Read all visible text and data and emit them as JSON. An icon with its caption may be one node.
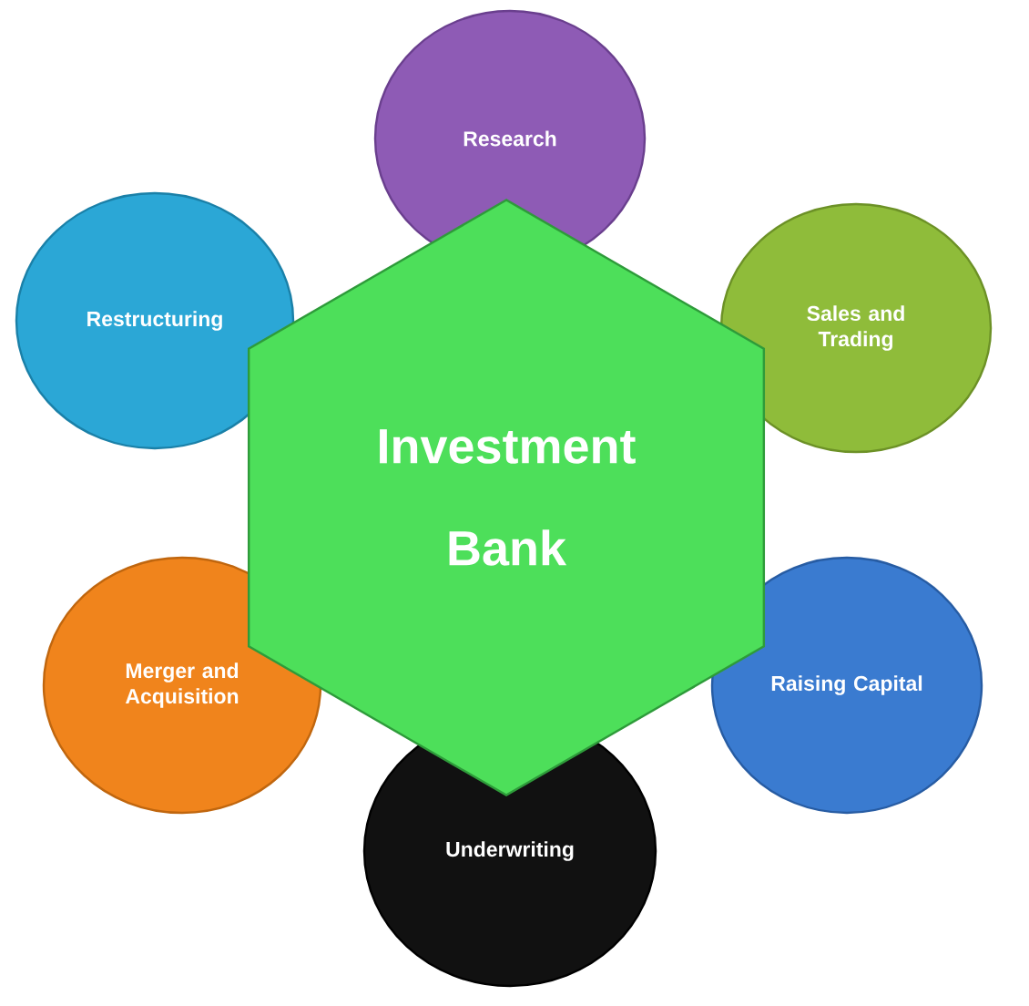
{
  "diagram": {
    "nodes": [
      {
        "text": [
          "Investment Bank"
        ]
      },
      {
        "text": [
          "Research"
        ]
      },
      {
        "text": [
          "Sales and Trading"
        ]
      },
      {
        "text": [
          "Raising Capital"
        ]
      },
      {
        "text": [
          "Underwriting"
        ]
      },
      {
        "text": [
          "Merger and Acquisition"
        ]
      },
      {
        "text": [
          "Restructuring"
        ]
      }
    ]
  }
}
